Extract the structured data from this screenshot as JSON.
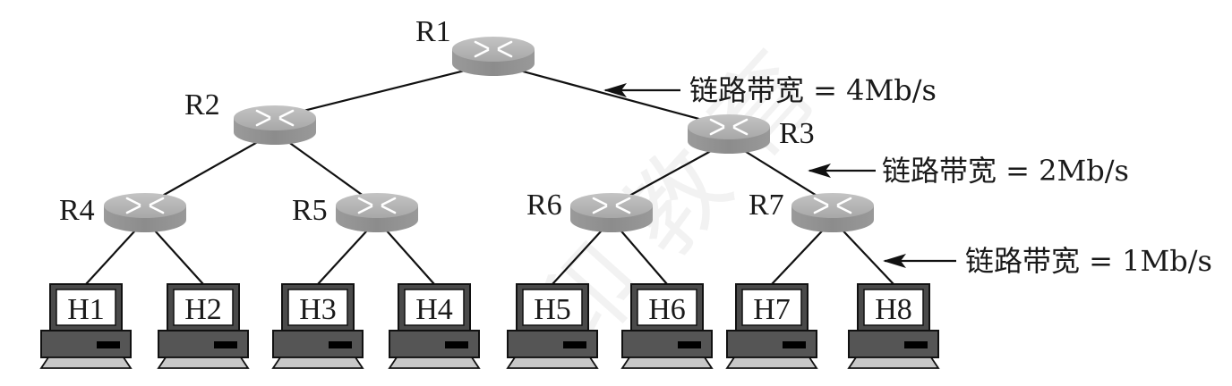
{
  "diagram": {
    "type": "network-topology",
    "colors": {
      "router_top": "#b4b4b4",
      "router_side": "#8f8f8f",
      "router_marks": "#ffffff",
      "host_body": "#555555",
      "host_screen": "#ffffff",
      "host_base": "#c8c8c8",
      "link": "#111111",
      "text": "#1a1a1a"
    },
    "routers": [
      {
        "id": "R1",
        "label": "R1"
      },
      {
        "id": "R2",
        "label": "R2"
      },
      {
        "id": "R3",
        "label": "R3"
      },
      {
        "id": "R4",
        "label": "R4"
      },
      {
        "id": "R5",
        "label": "R5"
      },
      {
        "id": "R6",
        "label": "R6"
      },
      {
        "id": "R7",
        "label": "R7"
      }
    ],
    "hosts": [
      {
        "id": "H1",
        "label": "H1"
      },
      {
        "id": "H2",
        "label": "H2"
      },
      {
        "id": "H3",
        "label": "H3"
      },
      {
        "id": "H4",
        "label": "H4"
      },
      {
        "id": "H5",
        "label": "H5"
      },
      {
        "id": "H6",
        "label": "H6"
      },
      {
        "id": "H7",
        "label": "H7"
      },
      {
        "id": "H8",
        "label": "H8"
      }
    ],
    "links": [
      {
        "from": "R1",
        "to": "R2",
        "bandwidth": "4Mb/s"
      },
      {
        "from": "R1",
        "to": "R3",
        "bandwidth": "4Mb/s"
      },
      {
        "from": "R2",
        "to": "R4",
        "bandwidth": "2Mb/s"
      },
      {
        "from": "R2",
        "to": "R5",
        "bandwidth": "2Mb/s"
      },
      {
        "from": "R3",
        "to": "R6",
        "bandwidth": "2Mb/s"
      },
      {
        "from": "R3",
        "to": "R7",
        "bandwidth": "2Mb/s"
      },
      {
        "from": "R4",
        "to": "H1",
        "bandwidth": "1Mb/s"
      },
      {
        "from": "R4",
        "to": "H2",
        "bandwidth": "1Mb/s"
      },
      {
        "from": "R5",
        "to": "H3",
        "bandwidth": "1Mb/s"
      },
      {
        "from": "R5",
        "to": "H4",
        "bandwidth": "1Mb/s"
      },
      {
        "from": "R6",
        "to": "H5",
        "bandwidth": "1Mb/s"
      },
      {
        "from": "R6",
        "to": "H6",
        "bandwidth": "1Mb/s"
      },
      {
        "from": "R7",
        "to": "H7",
        "bandwidth": "1Mb/s"
      },
      {
        "from": "R7",
        "to": "H8",
        "bandwidth": "1Mb/s"
      }
    ],
    "annotations": [
      {
        "id": "bw-level-1",
        "text": "链路带宽 = 4Mb/s"
      },
      {
        "id": "bw-level-2",
        "text": "链路带宽 = 2Mb/s"
      },
      {
        "id": "bw-level-3",
        "text": "链路带宽 = 1Mb/s"
      }
    ]
  }
}
